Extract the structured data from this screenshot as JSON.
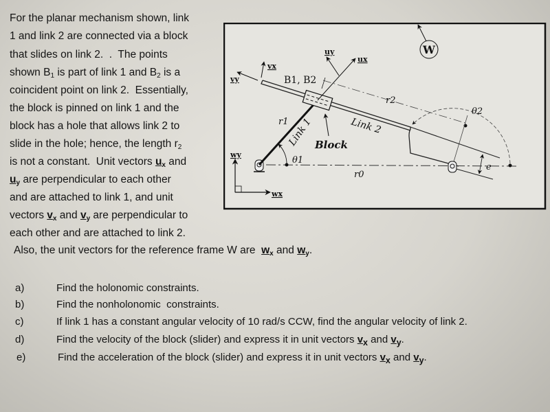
{
  "intro_lines": [
    [
      {
        "t": "For the planar mechanism shown, link"
      }
    ],
    [
      {
        "t": "1 and link 2 are connected via a block"
      }
    ],
    [
      {
        "t": "that slides on link 2.  .  The points"
      }
    ],
    [
      {
        "t": "shown "
      },
      {
        "b": "B",
        "s": "1"
      },
      {
        "t": " is part of link 1 and "
      },
      {
        "b": "B",
        "s": "2"
      },
      {
        "t": " is a"
      }
    ],
    [
      {
        "t": "coincident point on link 2.  Essentially,"
      }
    ],
    [
      {
        "t": "the block is pinned on link 1 and the"
      }
    ],
    [
      {
        "t": "block has a hole that allows link 2 to"
      }
    ],
    [
      {
        "t": "slide in the hole; hence, the length "
      },
      {
        "b": "r",
        "s": "2"
      }
    ],
    [
      {
        "t": "is not a constant.  Unit vectors "
      },
      {
        "b": "u",
        "s": "x",
        "v": true
      },
      {
        "t": " and"
      }
    ],
    [
      {
        "b": "u",
        "s": "y",
        "v": true
      },
      {
        "t": " are perpendicular to each other"
      }
    ],
    [
      {
        "t": "and are attached to link 1, and unit"
      }
    ],
    [
      {
        "t": "vectors "
      },
      {
        "b": "v",
        "s": "x",
        "v": true
      },
      {
        "t": " and "
      },
      {
        "b": "v",
        "s": "y",
        "v": true
      },
      {
        "t": " are perpendicular to"
      }
    ],
    [
      {
        "t": "each other and are attached to link 2."
      }
    ],
    [
      {
        "t": "Also, the unit vectors for the reference frame W are  "
      },
      {
        "b": "w",
        "s": "x",
        "v": true
      },
      {
        "t": " and "
      },
      {
        "b": "w",
        "s": "y",
        "v": true
      },
      {
        "t": "."
      }
    ]
  ],
  "figure": {
    "frame_label": "W",
    "link1": "Link 1",
    "link2": "Link 2",
    "block": "Block",
    "points": "B1, B2",
    "r0": "r0",
    "r1": "r1",
    "r2": "r2",
    "theta1": "θ1",
    "theta2": "θ2",
    "e": "e",
    "ux": "ux",
    "uy": "uy",
    "vx": "vx",
    "vy": "vy",
    "wx": "wx",
    "wy": "wy"
  },
  "questions": [
    {
      "label": "a)",
      "text": "Find the holonomic constraints."
    },
    {
      "label": "b)",
      "text": "Find the nonholonomic  constraints."
    },
    {
      "label": "c)",
      "text": "If link 1 has a constant angular velocity of 10 rad/s CCW, find the angular velocity of link 2."
    },
    {
      "label": "d)",
      "segments": [
        {
          "t": "Find the velocity of the block (slider) and express it in unit vectors "
        },
        {
          "b": "v",
          "s": "x",
          "v": true
        },
        {
          "t": " and "
        },
        {
          "b": "v",
          "s": "y",
          "v": true
        },
        {
          "t": "."
        }
      ]
    },
    {
      "label": "e)",
      "segments": [
        {
          "t": "Find the acceleration of the block (slider) and express it in unit vectors "
        },
        {
          "b": "v",
          "s": "x",
          "v": true
        },
        {
          "t": " and "
        },
        {
          "b": "v",
          "s": "y",
          "v": true
        },
        {
          "t": "."
        }
      ]
    }
  ]
}
